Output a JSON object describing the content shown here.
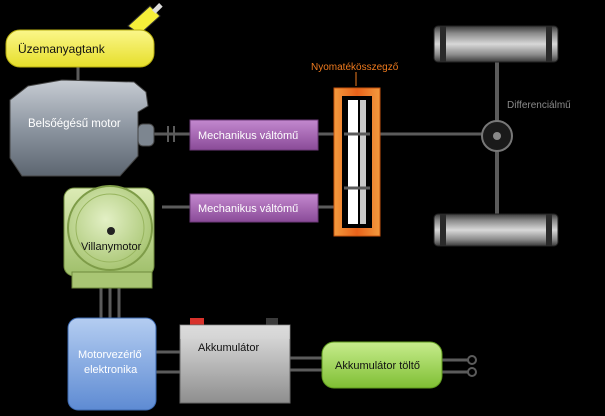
{
  "labels": {
    "fuel_tank": "Üzemanyagtank",
    "combustion_engine": "Belsőégésű motor",
    "gearbox_top": "Mechanikus váltómű",
    "gearbox_bottom": "Mechanikus váltómű",
    "torque_coupler": "Nyomatékösszegző",
    "differential": "Differenciálmű",
    "electric_motor": "Villanymotor",
    "motor_electronics_line1": "Motorvezérlő",
    "motor_electronics_line2": "elektronika",
    "battery": "Akkumulátor",
    "charger": "Akkumulátor töltő"
  },
  "colors": {
    "background": "#000000",
    "fuel_tank": "#f5f050",
    "engine": "#9aa2ad",
    "gearbox": "#a35fb0",
    "torque_coupler": "#ee7a1e",
    "electric_motor": "#c4dd8e",
    "electronics": "#8ab0e6",
    "battery": "#bdbdbd",
    "charger": "#a6db5a",
    "connector": "#5b5b5b"
  }
}
